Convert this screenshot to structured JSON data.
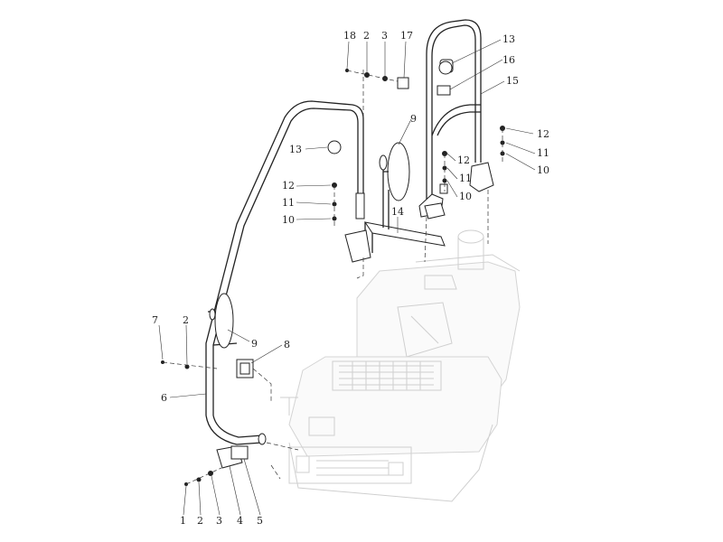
{
  "diagram": {
    "callouts": {
      "c18": "18",
      "c2_top": "2",
      "c3_top": "3",
      "c17": "17",
      "c13_right": "13",
      "c16": "16",
      "c15": "15",
      "c9_center": "9",
      "c13_left": "13",
      "c12_right": "12",
      "c11_right": "11",
      "c10_right": "10",
      "c12_mid": "12",
      "c11_mid": "11",
      "c10_mid": "10",
      "c12_left": "12",
      "c11_left": "11",
      "c10_left": "10",
      "c14": "14",
      "c7": "7",
      "c2_left": "2",
      "c9_left": "9",
      "c8": "8",
      "c6": "6",
      "c1": "1",
      "c2_bottom": "2",
      "c3_bottom": "3",
      "c4": "4",
      "c5": "5"
    }
  }
}
